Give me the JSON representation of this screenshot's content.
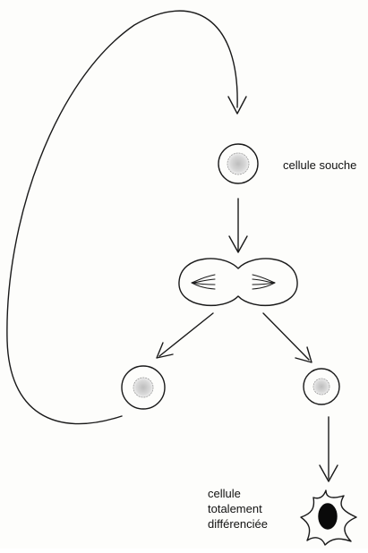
{
  "labels": {
    "stem_cell": "cellule souche",
    "differentiated_line1": "cellule",
    "differentiated_line2": "totalement",
    "differentiated_line3": "différenciée"
  },
  "colors": {
    "stroke": "#1a1a1a",
    "background": "#fdfdfb",
    "nucleus_fill": "#cfcfcf",
    "differentiated_nucleus": "#0a0a0a"
  }
}
